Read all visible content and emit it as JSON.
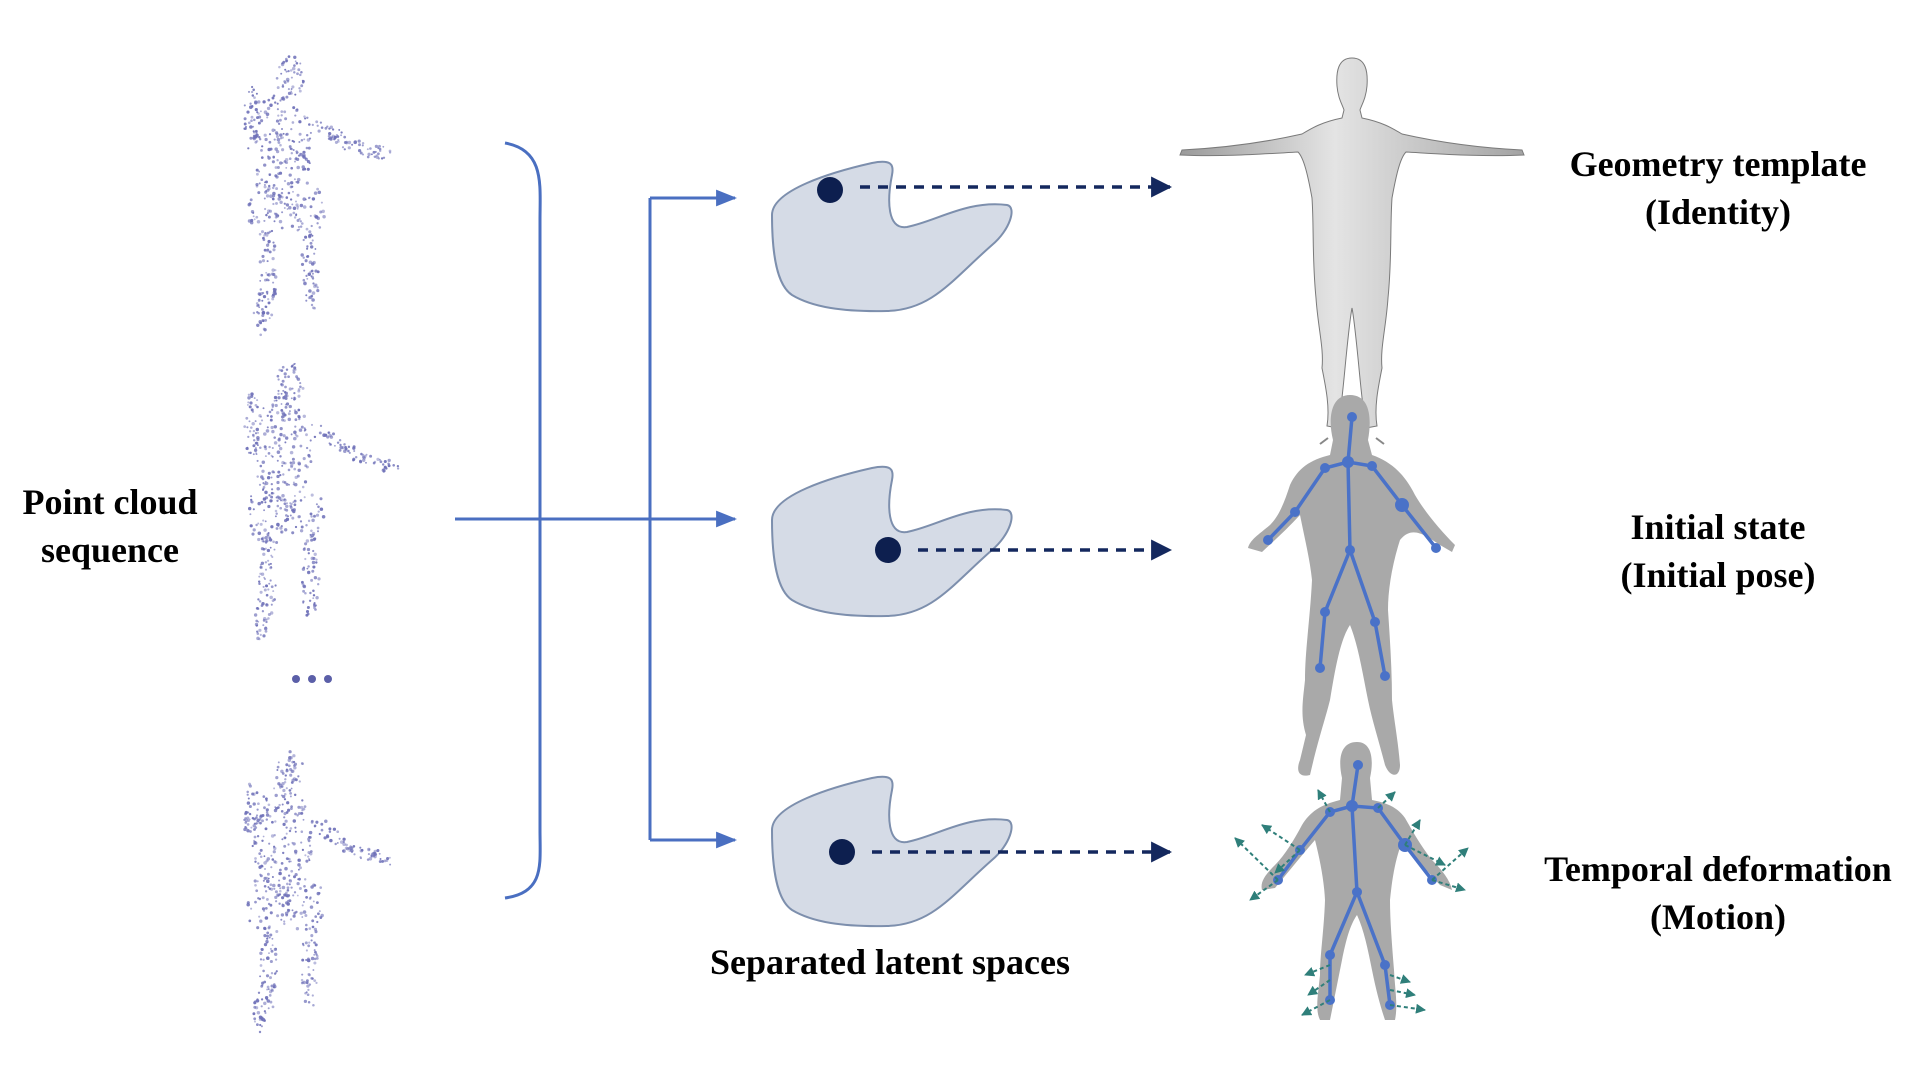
{
  "left_label": {
    "line1": "Point cloud",
    "line2": "sequence"
  },
  "ellipsis": "...",
  "bottom_label": "Separated latent spaces",
  "outputs": [
    {
      "line1": "Geometry template",
      "line2": "(Identity)",
      "visual": "t-pose-body-mesh"
    },
    {
      "line1": "Initial state",
      "line2": "(Initial pose)",
      "visual": "body-silhouette-with-skeleton"
    },
    {
      "line1": "Temporal deformation",
      "line2": "(Motion)",
      "visual": "body-silhouette-with-skeleton-and-motion-arrows"
    }
  ],
  "colors": {
    "connector": "#4a6fc1",
    "latent_fill": "#d5dbe6",
    "latent_stroke": "#7d8fad",
    "latent_point": "#0d1f4f",
    "dashed_arrow": "#14285e",
    "point_cloud": "#6e70b8",
    "silhouette": "#a9a9a9",
    "skeleton": "#4a72c8",
    "motion_arrow": "#2f7f7a"
  }
}
